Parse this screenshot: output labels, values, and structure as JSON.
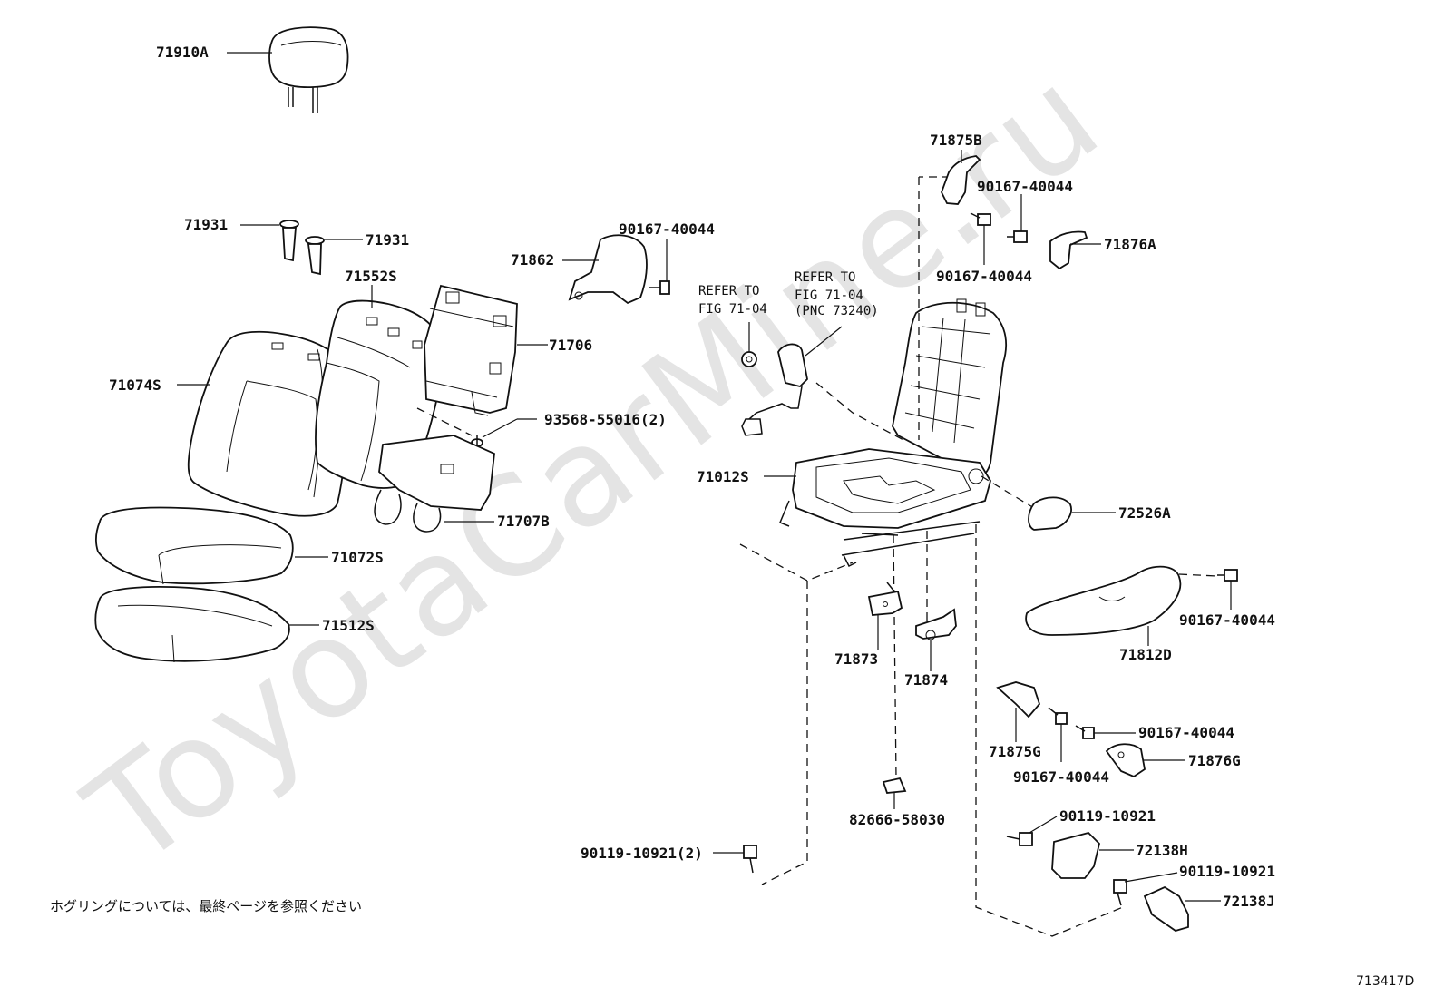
{
  "diagram": {
    "watermark": "ToyotaCarMine.ru",
    "note": "ホグリングについては、最終ページを参照ください",
    "figure_code": "713417D",
    "refer_left": {
      "line1": "REFER TO",
      "line2": "FIG  71-04"
    },
    "refer_right": {
      "line1": "REFER TO",
      "line2": "FIG  71-04",
      "line3": "(PNC 73240)"
    },
    "parts": {
      "p71910A": "71910A",
      "p71931a": "71931",
      "p71931b": "71931",
      "p71552S": "71552S",
      "p71074S": "71074S",
      "p71862": "71862",
      "p9016740044_top": "90167-40044",
      "p71706": "71706",
      "p9356855016": "93568-55016(2)",
      "p71707B": "71707B",
      "p71072S": "71072S",
      "p71512S": "71512S",
      "p71875B": "71875B",
      "p9016740044_r1": "90167-40044",
      "p71876A": "71876A",
      "p9016740044_r2": "90167-40044",
      "p71012S": "71012S",
      "p72526A": "72526A",
      "p9016740044_r3": "90167-40044",
      "p71812D": "71812D",
      "p71873": "71873",
      "p71874": "71874",
      "p9016740044_r4": "90167-40044",
      "p71875G": "71875G",
      "p71876G": "71876G",
      "p9016740044_r5": "90167-40044",
      "p8266658030": "82666-58030",
      "p9011910921_r1": "90119-10921",
      "p72138H": "72138H",
      "p9011910921_left": "90119-10921(2)",
      "p9011910921_r2": "90119-10921",
      "p72138J": "72138J"
    }
  }
}
